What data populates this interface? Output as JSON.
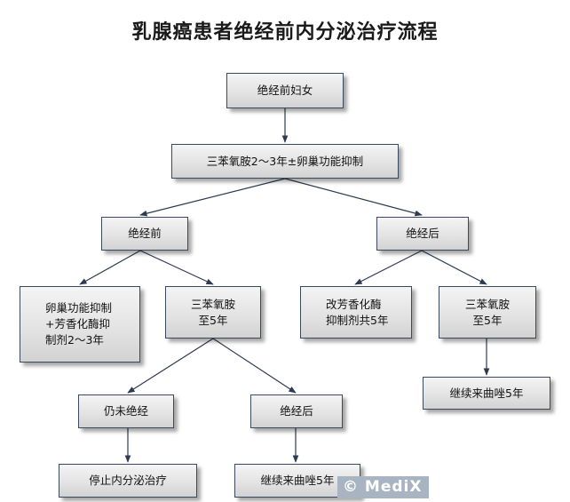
{
  "title": "乳腺癌患者绝经前内分泌治疗流程",
  "nodes": {
    "premenopausal_women": "绝经前妇女",
    "tamoxifen_ovarian_suppression": "三苯氧胺2～3年±卵巢功能抑制",
    "premenopausal": "绝经前",
    "postmenopausal": "绝经后",
    "ovarian_suppression_ai": "卵巢功能抑制\n+芳香化酶抑\n制剂2～3年",
    "tamoxifen_5y_left": "三苯氧胺\n至5年",
    "switch_ai": "改芳香化酶\n抑制剂共5年",
    "tamoxifen_5y_right": "三苯氧胺\n至5年",
    "letrozole_right": "继续来曲唑5年",
    "still_premenopausal": "仍未绝经",
    "postmenopausal_2": "绝经后",
    "stop_therapy": "停止内分泌治疗",
    "letrozole_bottom": "继续来曲唑5年"
  },
  "watermark": "© MediX",
  "colors": {
    "edge": "#2e3b4e",
    "border": "#3a4a5e",
    "watermark_bg": "#a9b4c2"
  }
}
